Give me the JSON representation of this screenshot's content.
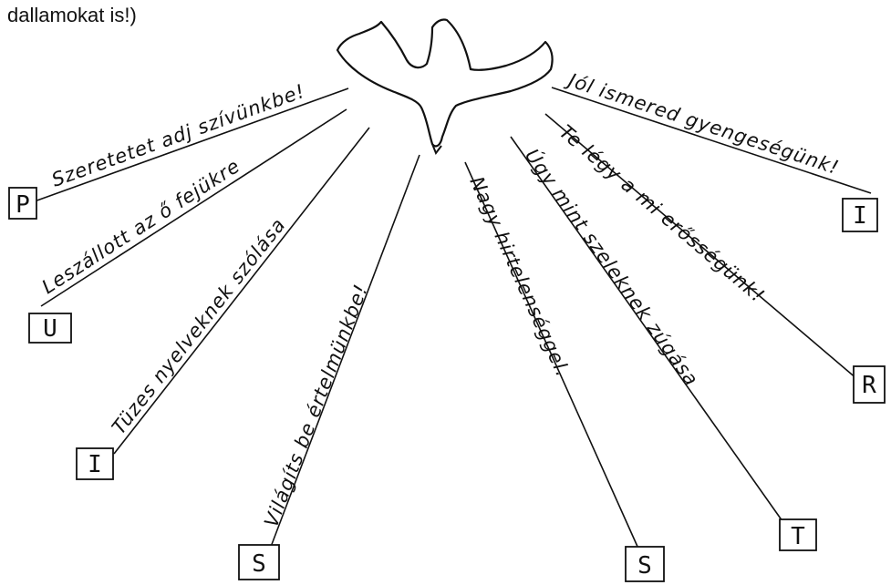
{
  "caption": "dallamokat is!)",
  "colors": {
    "ink": "#111111",
    "background": "#ffffff"
  },
  "dove": {
    "icon": "dove-icon"
  },
  "rays": [
    {
      "id": "p",
      "text": "Szeretetet adj szívünkbe!",
      "letter": "P"
    },
    {
      "id": "u",
      "text": "Leszállott az ő fejükre",
      "letter": "U"
    },
    {
      "id": "i-left",
      "text": "Tüzes nyelveknek szólása",
      "letter": "I"
    },
    {
      "id": "s-left",
      "text": "Világíts be értelmünkbe!",
      "letter": "S"
    },
    {
      "id": "s-right",
      "text": "Nagy hirtelenséggel.",
      "letter": "S"
    },
    {
      "id": "t",
      "text": "Úgy mint szeleknek zúgása",
      "letter": "T"
    },
    {
      "id": "r",
      "text": "Te légy a mi erősségünk!",
      "letter": "R"
    },
    {
      "id": "i-right",
      "text": "Jól ismered gyengeségünk!",
      "letter": "I"
    }
  ]
}
